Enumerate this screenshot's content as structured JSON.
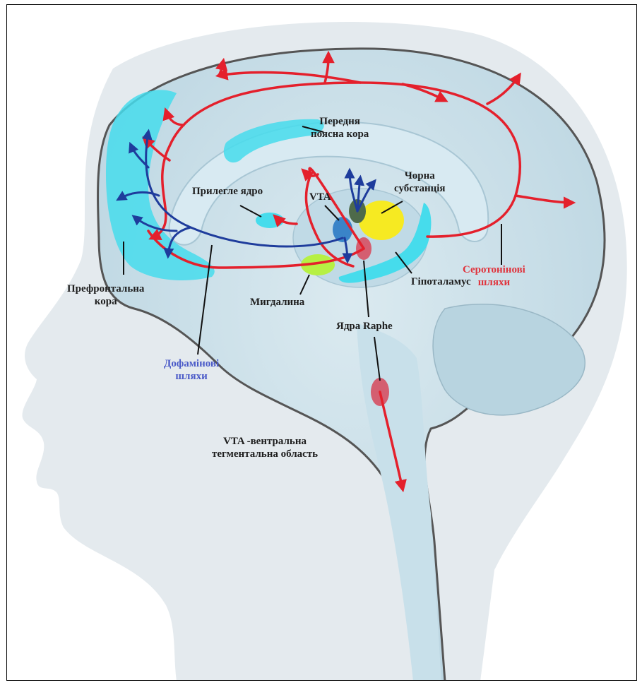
{
  "labels": {
    "anterior_cingulate": [
      "Передня",
      "поясна кора"
    ],
    "substantia_nigra": [
      "Чорна",
      "субстанція"
    ],
    "accumbens": "Прилегле ядро",
    "vta": "VTA",
    "prefrontal": [
      "Префронтальна",
      "кора"
    ],
    "amygdala": "Мигдалина",
    "hypothalamus": "Гіпоталамус",
    "serotonin": [
      "Серотонінові",
      "шляхи"
    ],
    "raphe": "Ядра Raphe",
    "dopamine": [
      "Дофамінові",
      "шляхи"
    ],
    "vta_def": [
      "VTA -вентральна",
      "тегментальна область"
    ]
  },
  "colors": {
    "serotonin_path": "#e4202c",
    "dopamine_path": "#1e3c9c",
    "structure_cyan": "#46dcec",
    "substantia_yellow": "#f6ea22",
    "amygdala_green": "#b6f044",
    "raphe_pink": "#d45e70",
    "head_fill": "#e4eaee",
    "brain_fill": "#c4dde8"
  }
}
